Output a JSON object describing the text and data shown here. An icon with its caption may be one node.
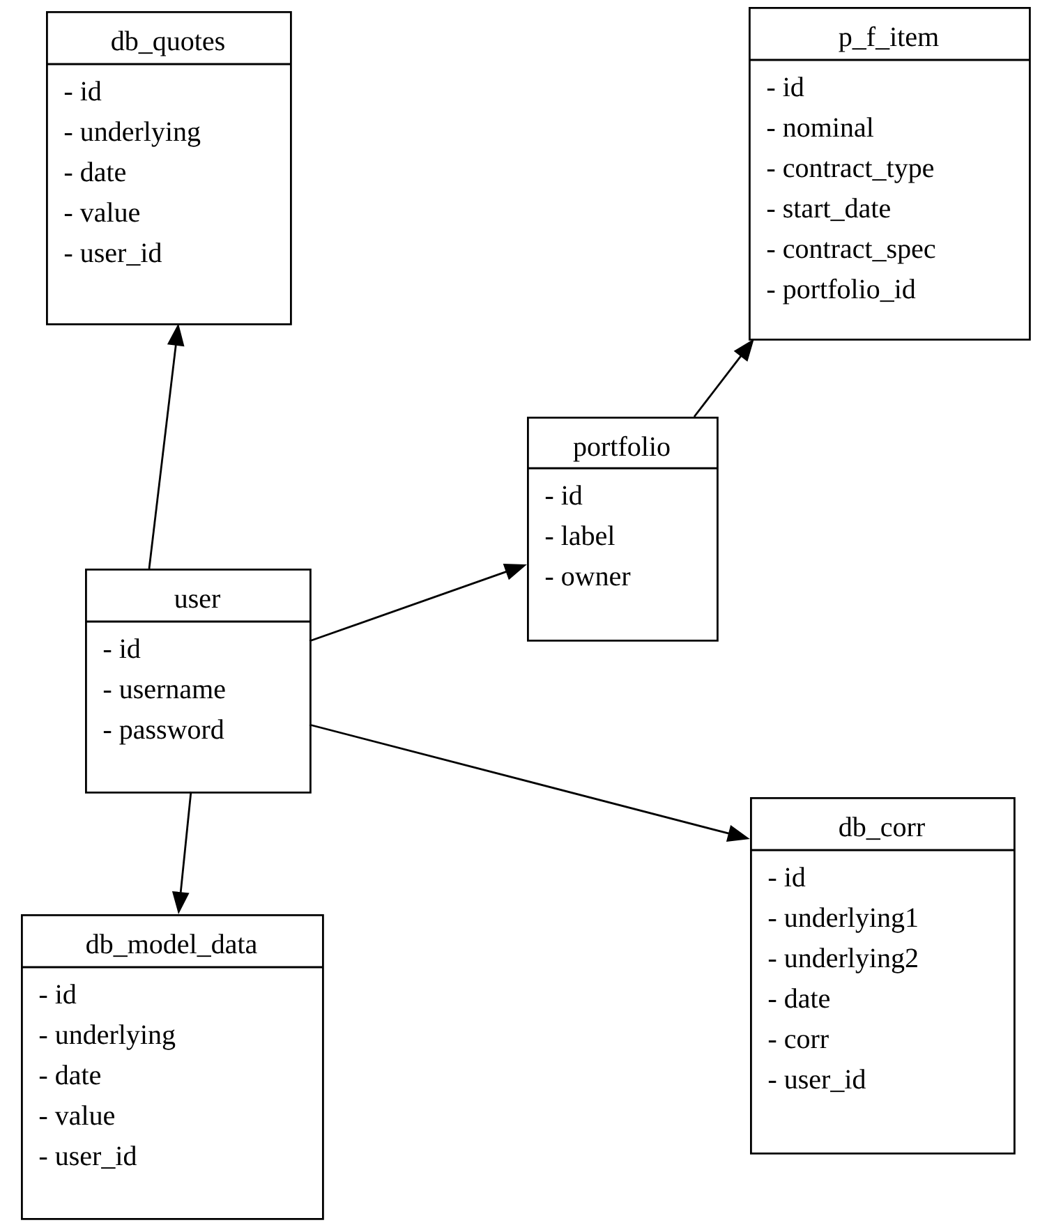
{
  "diagram": {
    "nodes": [
      {
        "text": [
          "db_quotes",
          "- id",
          "- underlying",
          "- date",
          "- value",
          "- user_id"
        ]
      },
      {
        "text": [
          "p_f_item",
          "- id",
          "- nominal",
          "- contract_type",
          "- start_date",
          "- contract_spec",
          "- portfolio_id"
        ]
      },
      {
        "text": [
          "portfolio",
          "- id",
          "- label",
          "- owner"
        ]
      },
      {
        "text": [
          "user",
          "- id",
          "- username",
          "- password"
        ]
      },
      {
        "text": [
          "db_corr",
          "- id",
          "- underlying1",
          "- underlying2",
          "- date",
          "- corr",
          "- user_id"
        ]
      },
      {
        "text": [
          "db_model_data",
          "- id",
          "- underlying",
          "- date",
          "- value",
          "- user_id"
        ]
      }
    ],
    "edges": [
      {
        "from": 3,
        "to": 0,
        "arrow": "to"
      },
      {
        "from": 3,
        "to": 2,
        "arrow": "to"
      },
      {
        "from": 2,
        "to": 1,
        "arrow": "to"
      },
      {
        "from": 3,
        "to": 5,
        "arrow": "to"
      },
      {
        "from": 3,
        "to": 4,
        "arrow": "to"
      }
    ]
  }
}
